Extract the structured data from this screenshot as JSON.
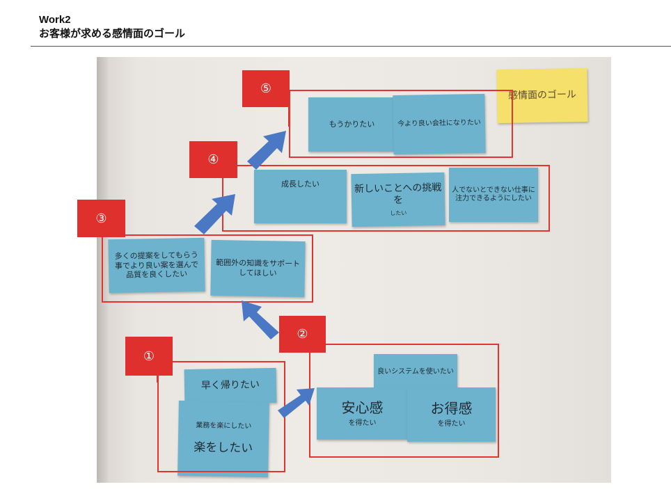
{
  "header": {
    "title": "Work2",
    "subtitle": "お客様が求める感情面のゴール"
  },
  "badges": [
    "①",
    "②",
    "③",
    "④",
    "⑤"
  ],
  "notes": {
    "n1a": "早く帰りたい",
    "n1b_line1": "業務を楽にしたい",
    "n1b_line2": "楽をしたい",
    "n2top": "良いシステムを使いたい",
    "n2a_main": "安心感",
    "n2a_sub": "を得たい",
    "n2b_main": "お得感",
    "n2b_sub": "を得たい",
    "n3a": "多くの提案をしてもらう事でより良い案を選んで品質を良くしたい",
    "n3b": "範囲外の知識をサポートしてほしい",
    "n4a": "成長したい",
    "n4b_main": "新しいことへの挑戦を",
    "n4b_sub": "したい",
    "n4c": "人でないとできない仕事に注力できるようにしたい",
    "n5a": "もうかりたい",
    "n5b": "今より良い会社になりたい",
    "yellow": "感情面のゴール"
  },
  "colors": {
    "accent_red": "#e0302d",
    "note_blue": "#6eb3cd",
    "arrow_blue": "#4a78c4",
    "note_yellow": "#f4e06a"
  }
}
